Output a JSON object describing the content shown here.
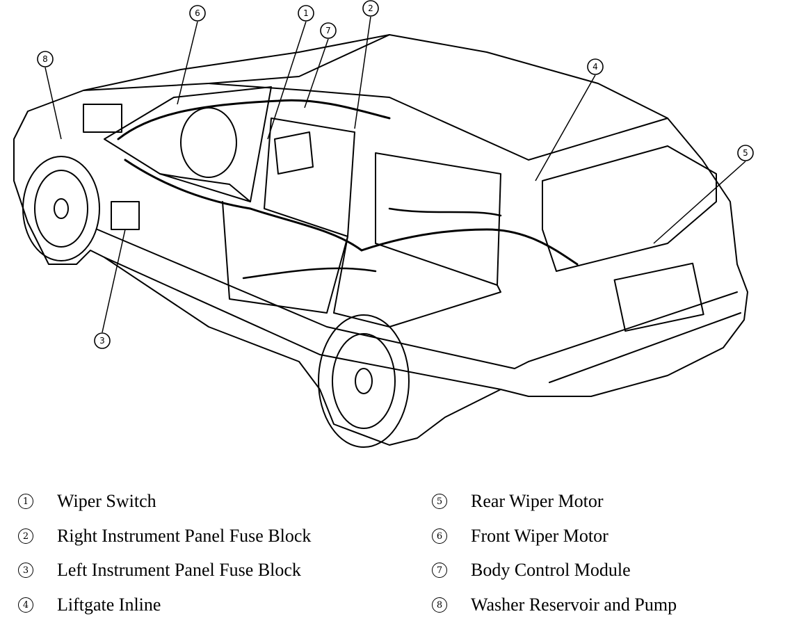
{
  "callouts": [
    {
      "num": "1",
      "label": "Wiper Switch"
    },
    {
      "num": "2",
      "label": "Right Instrument Panel Fuse Block"
    },
    {
      "num": "3",
      "label": "Left Instrument Panel Fuse Block"
    },
    {
      "num": "4",
      "label": "Liftgate Inline"
    },
    {
      "num": "5",
      "label": "Rear Wiper Motor"
    },
    {
      "num": "6",
      "label": "Front Wiper Motor"
    },
    {
      "num": "7",
      "label": "Body Control Module"
    },
    {
      "num": "8",
      "label": "Washer Reservoir and Pump"
    }
  ],
  "colors": {
    "ink": "#000000",
    "background": "#ffffff"
  }
}
